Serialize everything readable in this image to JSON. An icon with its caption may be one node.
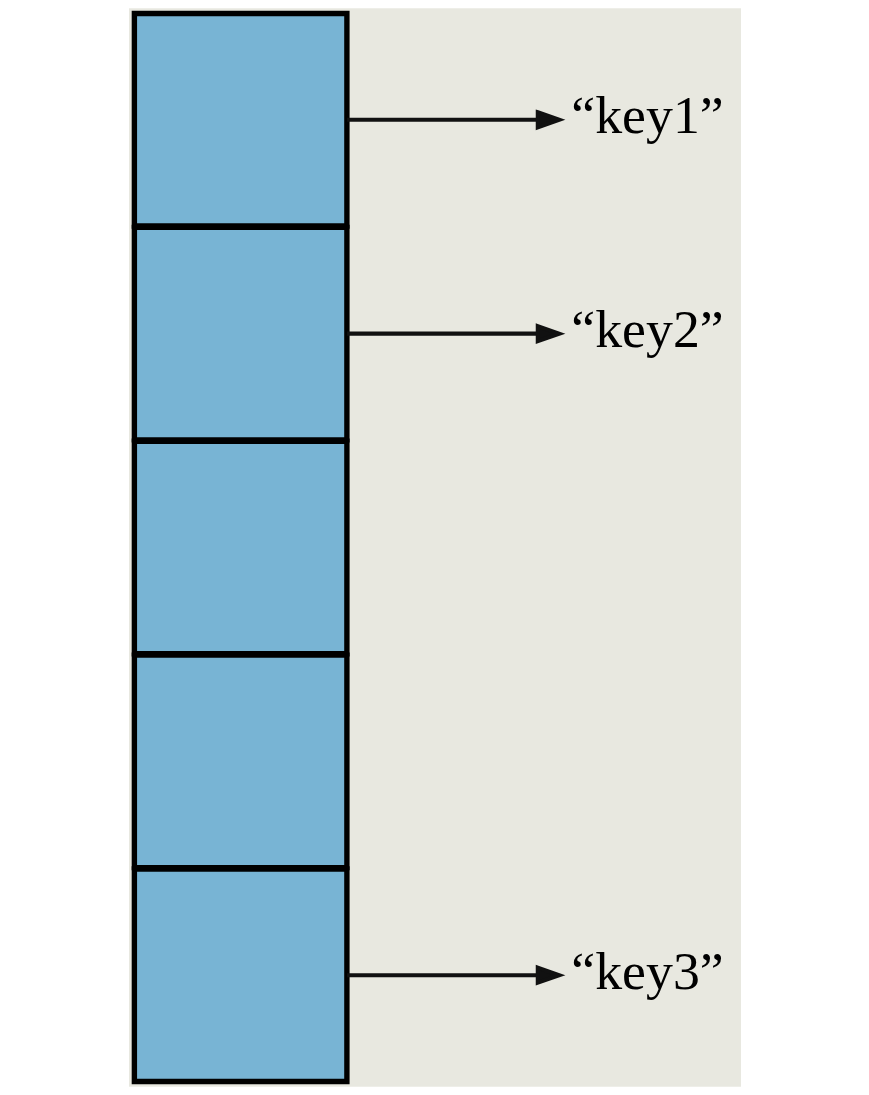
{
  "diagram": {
    "nodes": [
      {
        "text": [],
        "shape": "box"
      },
      {
        "text": [],
        "shape": "box"
      },
      {
        "text": [],
        "shape": "box"
      },
      {
        "text": [],
        "shape": "box"
      },
      {
        "text": [],
        "shape": "box"
      },
      {
        "text": [
          "“key1”"
        ]
      },
      {
        "text": [
          "“key2”"
        ]
      },
      {
        "text": [
          "“key3”"
        ]
      }
    ],
    "edges": [
      {
        "from": 0,
        "to": 5,
        "arrow": "to"
      },
      {
        "from": 1,
        "to": 6,
        "arrow": "to"
      },
      {
        "from": 4,
        "to": 7,
        "arrow": "to"
      }
    ]
  }
}
